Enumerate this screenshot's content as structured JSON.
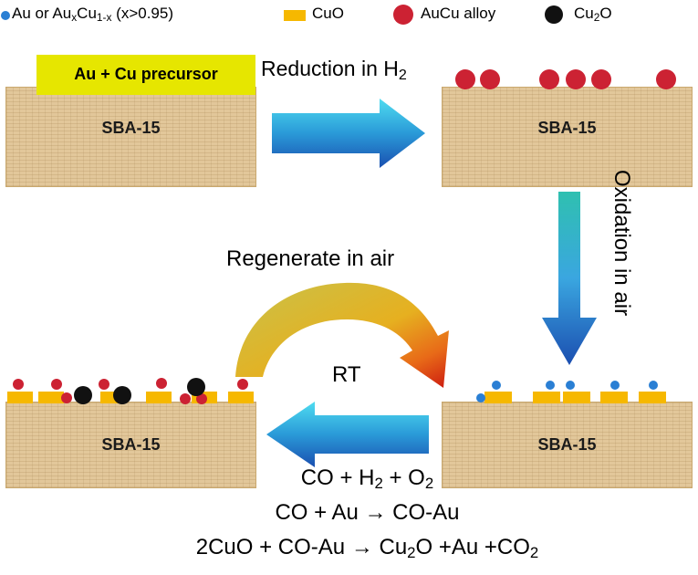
{
  "legend": {
    "au": {
      "prefix": "Au or Au",
      "sub1": "x",
      "mid": "Cu",
      "sub2": "1-x",
      "suffix": " (x>0.95)"
    },
    "cuo": "CuO",
    "aucu": "AuCu alloy",
    "cu2o": {
      "prefix": "Cu",
      "sub": "2",
      "suffix": "O"
    }
  },
  "precursor_label": "Au + Cu precursor",
  "support_label": "SBA-15",
  "steps": {
    "reduction": {
      "prefix": "Reduction in H",
      "sub": "2"
    },
    "oxidation": "Oxidation in air",
    "regenerate": "Regenerate in air",
    "rt": "RT"
  },
  "equations": {
    "eq1": {
      "a": "CO + H",
      "s1": "2",
      "b": " + O",
      "s2": "2"
    },
    "eq2": "CO + Au → CO-Au",
    "eq3": {
      "a": "2CuO + CO-Au → Cu",
      "s1": "2",
      "b": "O +Au +CO",
      "s2": "2"
    }
  },
  "colors": {
    "au": "#2a7fd4",
    "cuo": "#f6b800",
    "aucu": "#cc2233",
    "cu2o": "#111111",
    "precursor_box": "#e6e600"
  }
}
